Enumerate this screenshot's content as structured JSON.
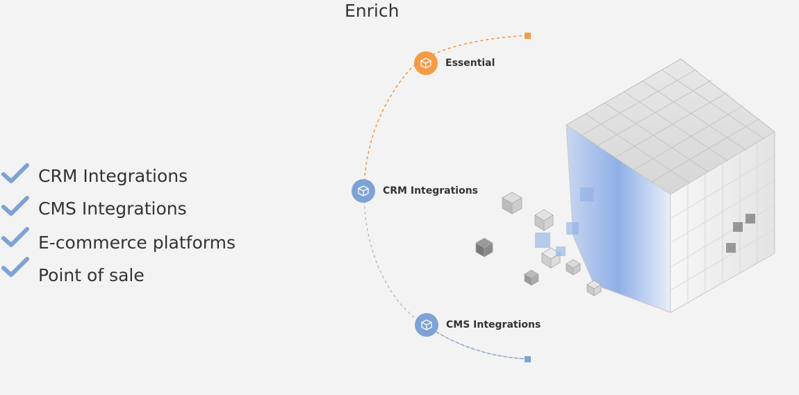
{
  "title": "Enrich",
  "features": [
    {
      "label": "CRM Integrations",
      "icon": "check-icon"
    },
    {
      "label": "CMS Integrations",
      "icon": "check-icon"
    },
    {
      "label": "E-commerce platforms",
      "icon": "check-icon"
    },
    {
      "label": "Point of sale",
      "icon": "check-icon"
    }
  ],
  "nodes": [
    {
      "label": "Essential",
      "color": "#f59a45",
      "icon": "cube-icon"
    },
    {
      "label": "CRM Integrations",
      "color": "#7ea2d6",
      "icon": "cube-icon"
    },
    {
      "label": "CMS Integrations",
      "color": "#7ea2d6",
      "icon": "cube-icon"
    }
  ],
  "colors": {
    "accent_orange": "#f59a45",
    "accent_blue": "#7ea2d6",
    "check": "#7ea2d6",
    "text": "#333333",
    "background": "#f3f3f3"
  }
}
